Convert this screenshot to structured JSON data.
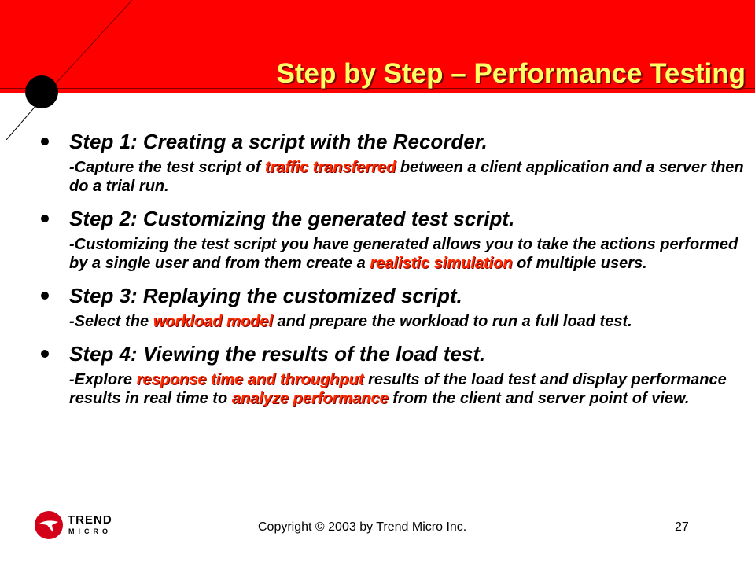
{
  "slide": {
    "title": "Step by Step – Performance Testing",
    "steps": [
      {
        "title": "Step 1: Creating a script with the Recorder.",
        "desc_pre": "-Capture the test script of ",
        "highlight": "traffic transferred",
        "desc_post": " between a client application and a server then do a trial run."
      },
      {
        "title": "Step 2: Customizing the generated test script.",
        "desc_pre": "-Customizing the test script you have generated allows you to take the actions performed by a single user and from them create a ",
        "highlight": "realistic simulation",
        "desc_post": " of multiple users."
      },
      {
        "title": "Step 3: Replaying the customized script.",
        "desc_pre": "-Select the ",
        "highlight": "workload model",
        "desc_post": " and prepare the workload to run a full load test."
      },
      {
        "title": "Step 4: Viewing the results of the load test.",
        "desc_pre": "-Explore ",
        "highlight": "response time and throughput",
        "desc_mid": " results of the load test and display performance results in real time to ",
        "highlight2": "analyze performance",
        "desc_post": " from the client and server point of view."
      }
    ]
  },
  "footer": {
    "logo_trend": "TREND",
    "logo_micro": "MICRO",
    "copyright": "Copyright © 2003 by Trend Micro Inc.",
    "page_number": "27"
  },
  "colors": {
    "header_red": "#ff0000",
    "title_yellow": "#ffff66",
    "highlight_red": "#ff2a00",
    "logo_red": "#d4001a"
  }
}
